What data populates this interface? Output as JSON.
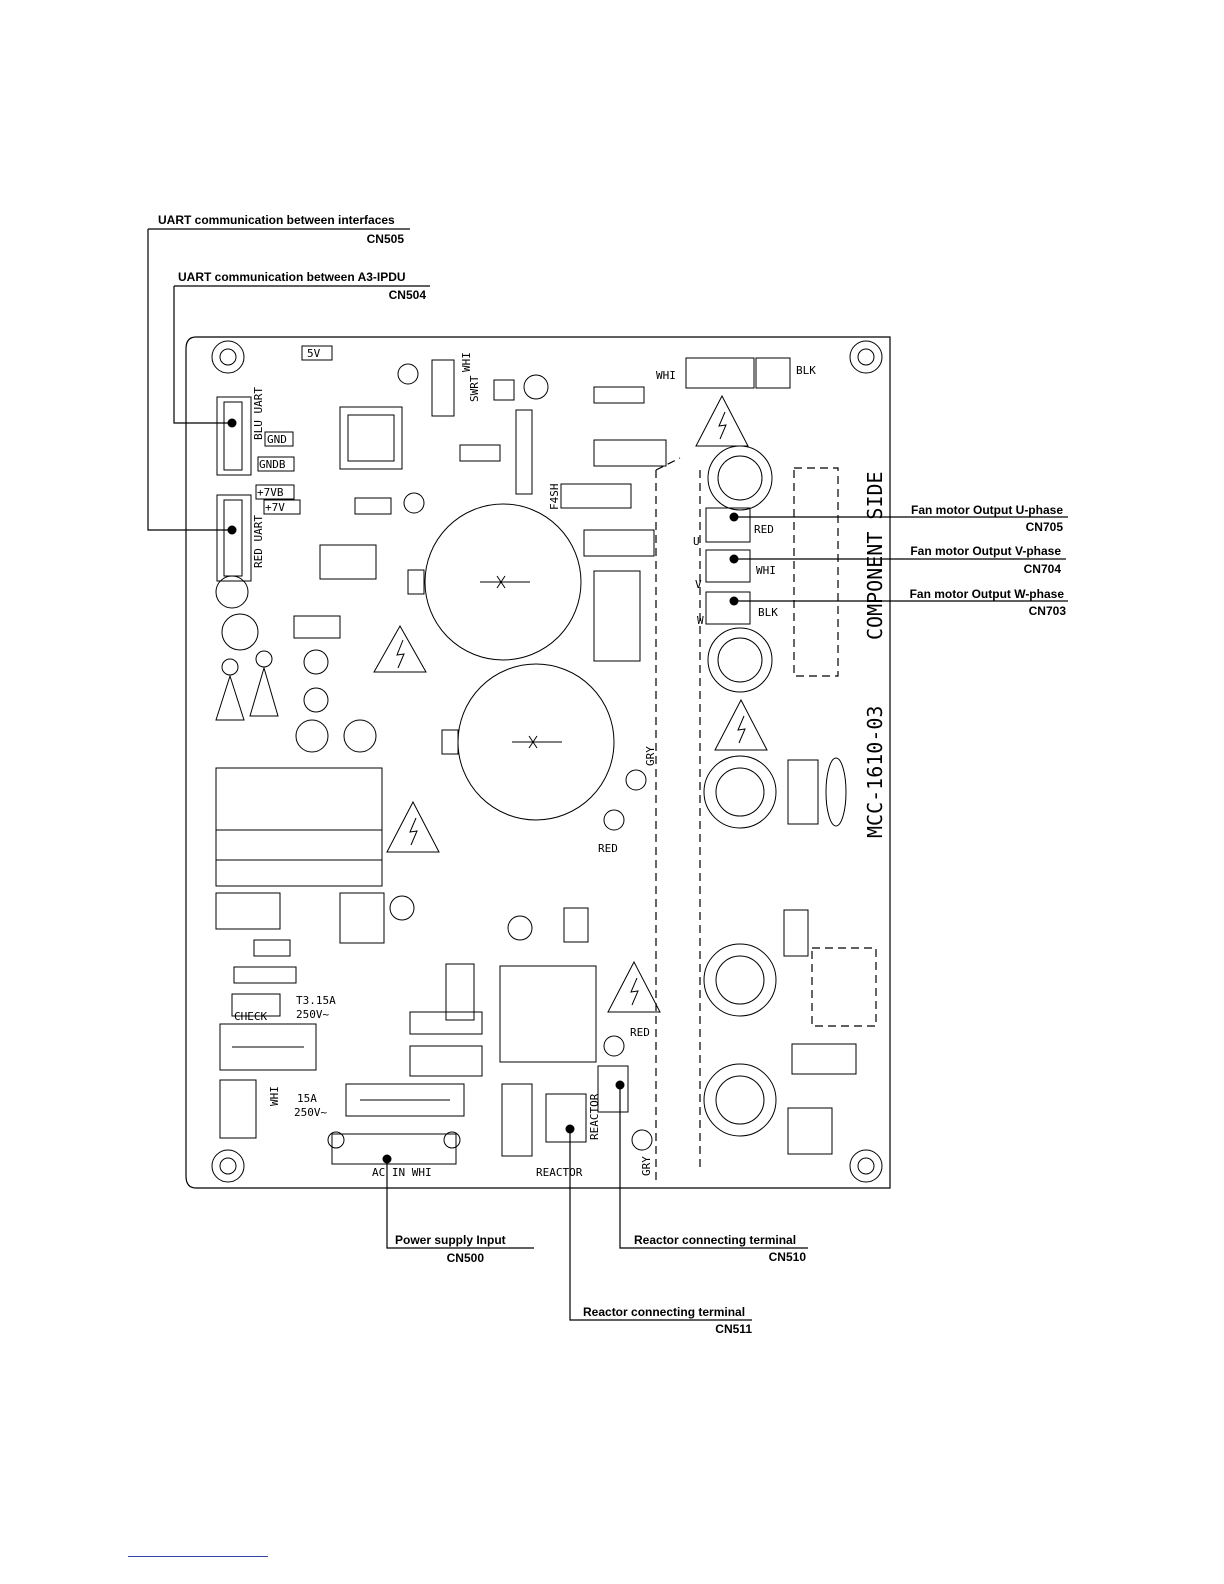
{
  "callouts": {
    "cn505": {
      "title": "UART communication between interfaces",
      "code": "CN505"
    },
    "cn504": {
      "title": "UART communication between A3-IPDU",
      "code": "CN504"
    },
    "cn705": {
      "title": "Fan motor Output U-phase",
      "code": "CN705"
    },
    "cn704": {
      "title": "Fan motor Output V-phase",
      "code": "CN704"
    },
    "cn703": {
      "title": "Fan motor Output W-phase",
      "code": "CN703"
    },
    "cn500": {
      "title": "Power supply Input",
      "code": "CN500"
    },
    "cn510": {
      "title": "Reactor connecting terminal",
      "code": "CN510"
    },
    "cn511": {
      "title": "Reactor connecting terminal",
      "code": "CN511"
    }
  },
  "board": {
    "model": "MCC-1610-03",
    "side": "COMPONENT SIDE",
    "labels": {
      "v5": "5V",
      "blu_uart": "BLU UART",
      "red_uart": "RED UART",
      "gnd": "GND",
      "gndb": "GNDB",
      "p7vb": "+7VB",
      "p7v": "+7V",
      "swrt": "SWRT",
      "whi_top": "WHI",
      "whi_conn": "WHI",
      "blk_conn": "BLK",
      "f4sh": "F4SH",
      "u": "U",
      "v": "V",
      "w": "W",
      "red": "RED",
      "whi": "WHI",
      "blk": "BLK",
      "gry": "GRY",
      "red_mid": "RED",
      "red_low": "RED",
      "gry_low": "GRY",
      "check": "CHECK",
      "t315a": "T3.15A",
      "v250": "250V~",
      "a15": "15A",
      "v250b": "250V~",
      "whi_side": "WHI",
      "ac_in": "AC IN WHI",
      "reactor": "REACTOR",
      "reactor_v": "REACTOR"
    }
  }
}
